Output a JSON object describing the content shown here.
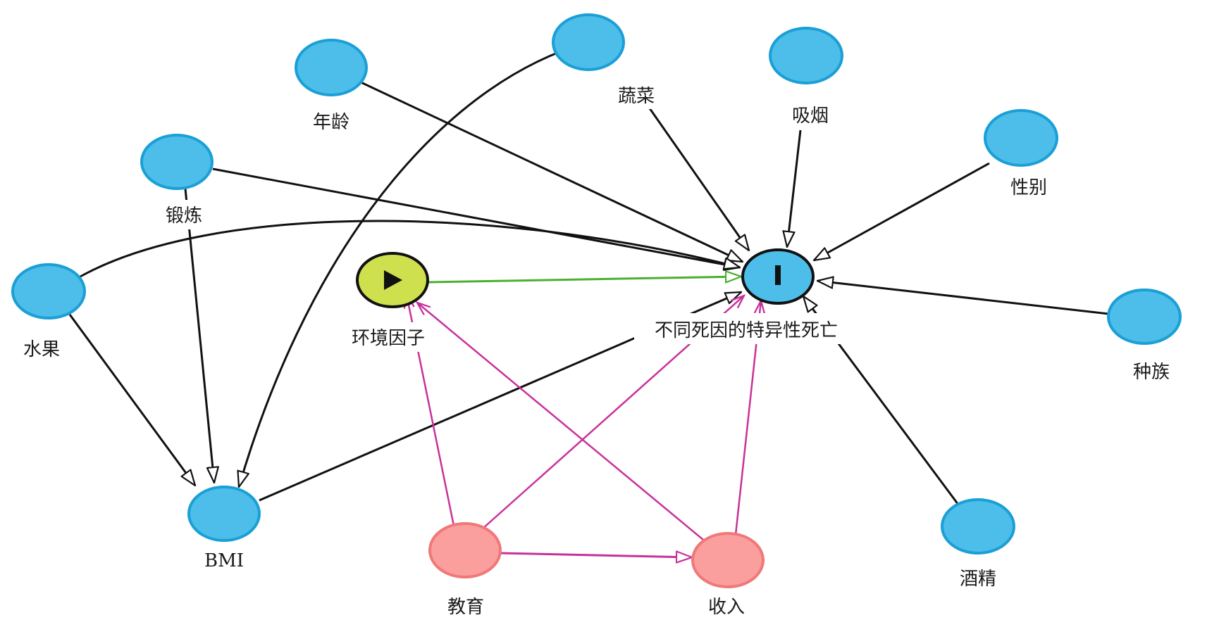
{
  "diagram": {
    "type": "directed-acyclic-graph",
    "colors": {
      "covariate_fill": "#4dbde9",
      "covariate_stroke": "#1a9fd6",
      "exposure_fill": "#cfe04e",
      "outcome_fill": "#4dbde9",
      "ancestor_fill": "#fa9e9e",
      "ancestor_stroke": "#f07878",
      "causal_path": "#4caf30",
      "biasing_path": "#c8319a",
      "other_path": "#111111"
    },
    "nodes": [
      {
        "id": "age",
        "label": "年龄",
        "role": "covariate"
      },
      {
        "id": "veg",
        "label": "蔬菜",
        "role": "covariate"
      },
      {
        "id": "smoke",
        "label": "吸烟",
        "role": "covariate"
      },
      {
        "id": "sex",
        "label": "性别",
        "role": "covariate"
      },
      {
        "id": "exercise",
        "label": "锻炼",
        "role": "covariate"
      },
      {
        "id": "fruit",
        "label": "水果",
        "role": "covariate"
      },
      {
        "id": "race",
        "label": "种族",
        "role": "covariate"
      },
      {
        "id": "bmi",
        "label": "BMI",
        "role": "covariate"
      },
      {
        "id": "alcohol",
        "label": "酒精",
        "role": "covariate"
      },
      {
        "id": "env",
        "label": "环境因子",
        "role": "exposure",
        "icon": "play-icon"
      },
      {
        "id": "death",
        "label": "不同死因的特异性死亡",
        "role": "outcome",
        "icon": "outcome-bar-icon"
      },
      {
        "id": "edu",
        "label": "教育",
        "role": "ancestor"
      },
      {
        "id": "income",
        "label": "收入",
        "role": "ancestor"
      }
    ],
    "edges": [
      {
        "from": "age",
        "to": "death",
        "kind": "other"
      },
      {
        "from": "veg",
        "to": "death",
        "kind": "other"
      },
      {
        "from": "smoke",
        "to": "death",
        "kind": "other"
      },
      {
        "from": "sex",
        "to": "death",
        "kind": "other"
      },
      {
        "from": "exercise",
        "to": "death",
        "kind": "other"
      },
      {
        "from": "fruit",
        "to": "death",
        "kind": "other"
      },
      {
        "from": "race",
        "to": "death",
        "kind": "other"
      },
      {
        "from": "alcohol",
        "to": "death",
        "kind": "other"
      },
      {
        "from": "bmi",
        "to": "death",
        "kind": "other"
      },
      {
        "from": "veg",
        "to": "bmi",
        "kind": "other"
      },
      {
        "from": "exercise",
        "to": "bmi",
        "kind": "other"
      },
      {
        "from": "fruit",
        "to": "bmi",
        "kind": "other"
      },
      {
        "from": "env",
        "to": "death",
        "kind": "causal"
      },
      {
        "from": "edu",
        "to": "env",
        "kind": "biasing"
      },
      {
        "from": "income",
        "to": "env",
        "kind": "biasing"
      },
      {
        "from": "edu",
        "to": "death",
        "kind": "biasing"
      },
      {
        "from": "income",
        "to": "death",
        "kind": "biasing"
      },
      {
        "from": "edu",
        "to": "income",
        "kind": "biasing"
      }
    ]
  }
}
